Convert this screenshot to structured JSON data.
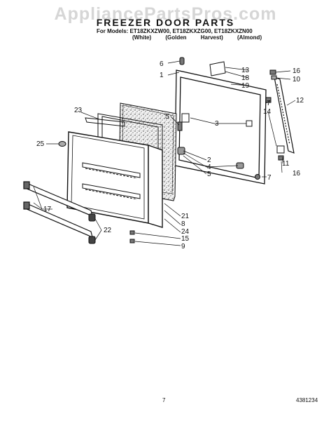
{
  "watermark": "AppliancePartsPros.com",
  "title": "FREEZER DOOR PARTS",
  "models_line": "For Models: ET18ZKXZW00, ET18ZKXZG00, ET18ZKXZN00",
  "colors_line": "(White)  (Golden Harvest)  (Almond)",
  "page_number": "7",
  "document_number": "4381234",
  "callouts": [
    "6",
    "1",
    "13",
    "18",
    "19",
    "16",
    "10",
    "12",
    "7",
    "14",
    "3",
    "5",
    "23",
    "25",
    "2",
    "4",
    "5",
    "11",
    "7",
    "16",
    "21",
    "8",
    "24",
    "17",
    "22",
    "15",
    "9"
  ]
}
